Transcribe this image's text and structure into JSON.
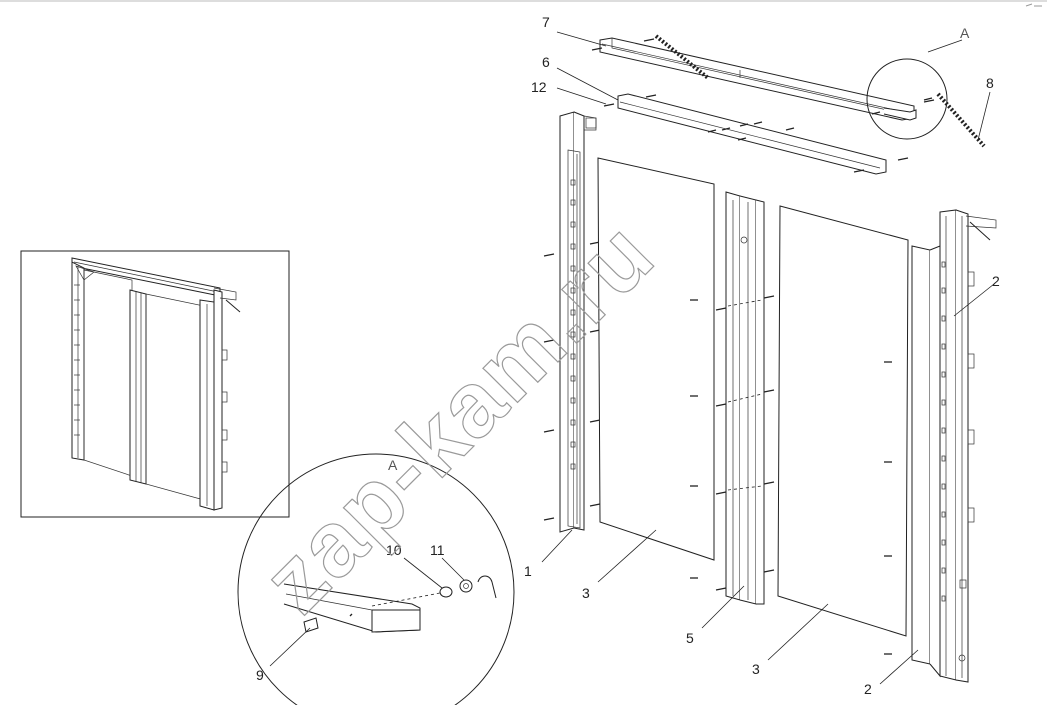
{
  "watermark": "zap-kam.ru",
  "detail_label_top": "A",
  "detail_label_bottom": "A",
  "callouts": {
    "n1": "1",
    "n2a": "2",
    "n2b": "2",
    "n3a": "3",
    "n3b": "3",
    "n5": "5",
    "n6": "6",
    "n7": "7",
    "n8": "8",
    "n9": "9",
    "n10": "10",
    "n11": "11",
    "n12": "12"
  }
}
